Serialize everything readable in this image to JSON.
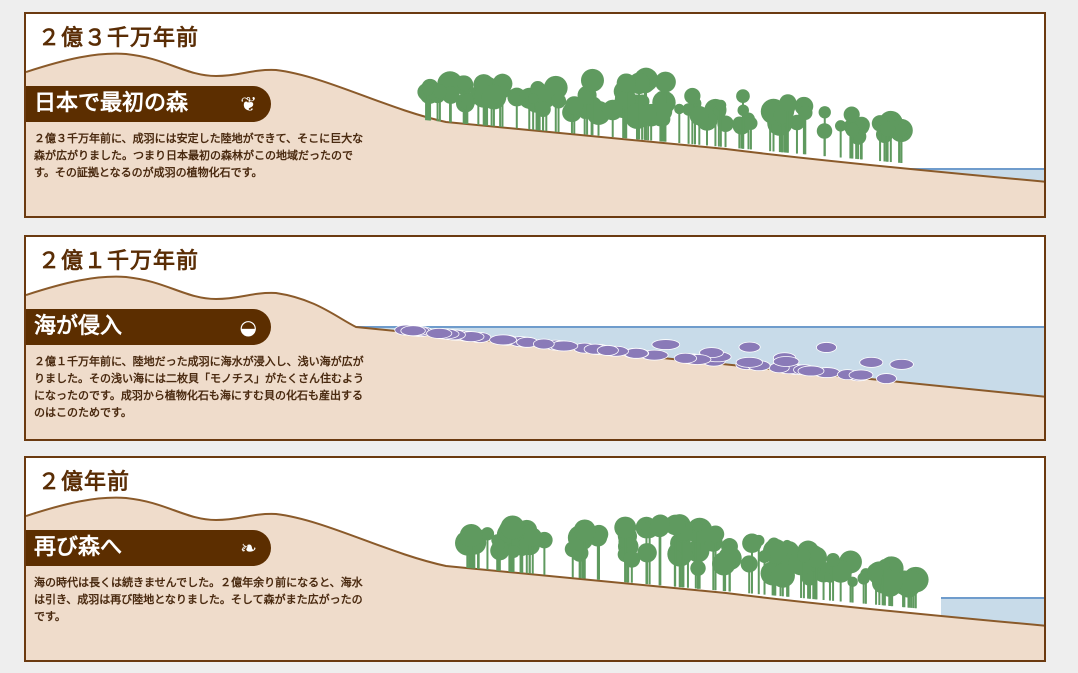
{
  "colors": {
    "border": "#6b3a10",
    "sand": "#efdccb",
    "label": "#5c2e00",
    "water": "#c8dbe9",
    "waterline": "#6f9ccc",
    "tree": "#5f9a5f",
    "shell": "#8a7ab8"
  },
  "panels": [
    {
      "title": "２億３千万年前",
      "label": "日本で最初の森",
      "icon": "fern-bush-icon",
      "scene": "forest",
      "desc": "２億３千万年前に、成羽には安定した陸地ができて、そこに巨大な森が広がりました。つまり日本最初の森林がこの地域だったのです。その証拠となるのが成羽の植物化石です。"
    },
    {
      "title": "２億１千万年前",
      "label": "海が侵入",
      "icon": "shell-icon",
      "scene": "sea",
      "desc": "２億１千万年前に、陸地だった成羽に海水が浸入し、浅い海が広がりました。その浅い海には二枚貝「モノチス」がたくさん住むようになったのです。成羽から植物化石も海にすむ貝の化石も産出するのはこのためです。"
    },
    {
      "title": "２億年前",
      "label": "再び森へ",
      "icon": "fern-leaf-icon",
      "scene": "forest",
      "desc": "海の時代は長くは続きませんでした。２億年余り前になると、海水は引き、成羽は再び陸地となりました。そして森がまた広がったのです。"
    }
  ]
}
